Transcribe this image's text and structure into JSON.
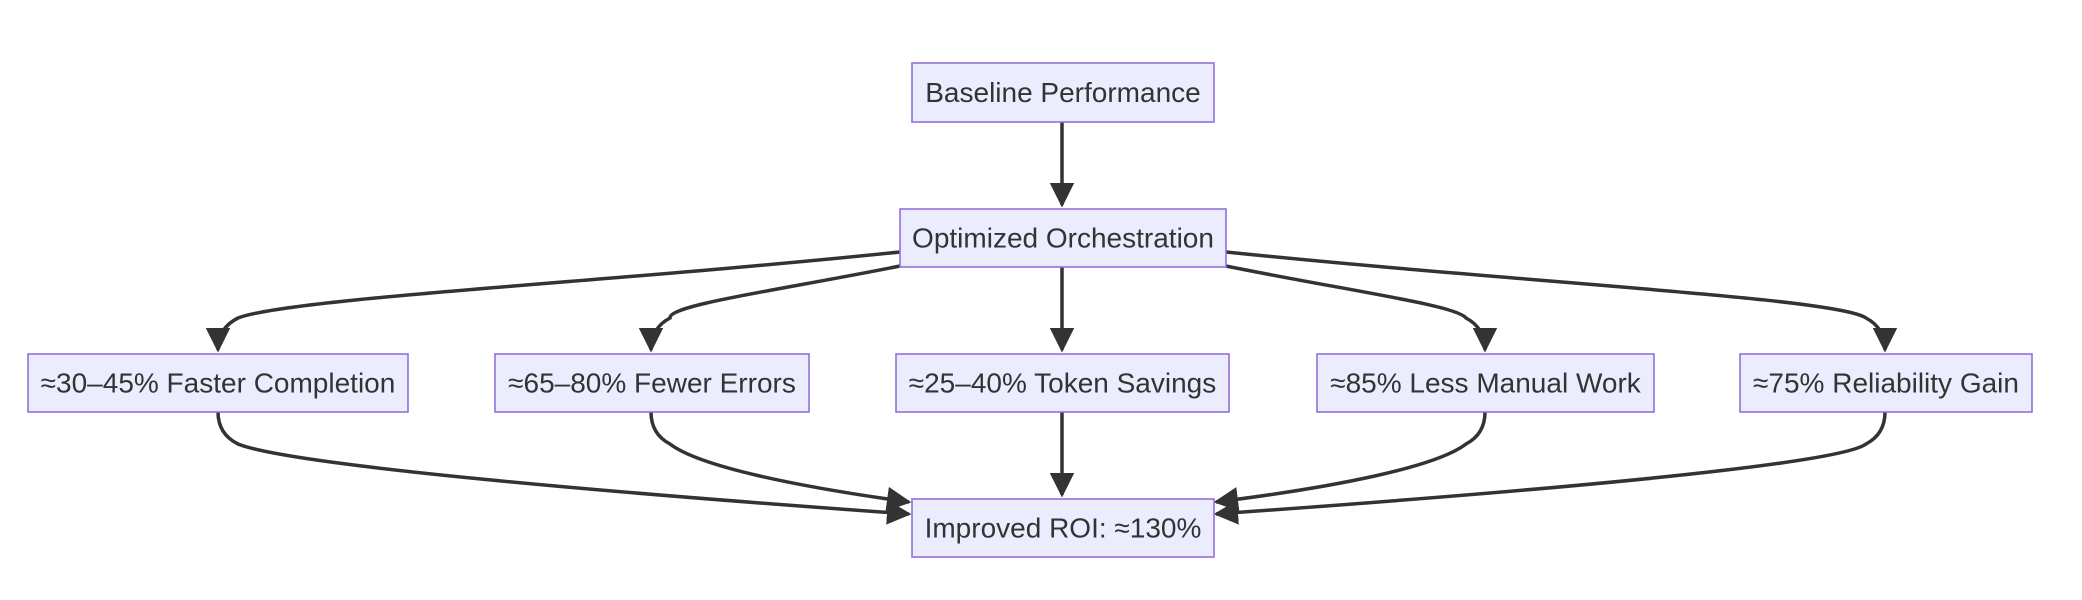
{
  "diagram": {
    "type": "flowchart",
    "nodes": {
      "baseline": {
        "label": "Baseline Performance"
      },
      "orchestration": {
        "label": "Optimized Orchestration"
      },
      "faster": {
        "label": "≈30–45% Faster Completion"
      },
      "errors": {
        "label": "≈65–80% Fewer Errors"
      },
      "tokens": {
        "label": "≈25–40% Token Savings"
      },
      "manual": {
        "label": "≈85% Less Manual Work"
      },
      "reliability": {
        "label": "≈75% Reliability Gain"
      },
      "roi": {
        "label": "Improved ROI: ≈130%"
      }
    },
    "edges": [
      {
        "from": "baseline",
        "to": "orchestration"
      },
      {
        "from": "orchestration",
        "to": "faster"
      },
      {
        "from": "orchestration",
        "to": "errors"
      },
      {
        "from": "orchestration",
        "to": "tokens"
      },
      {
        "from": "orchestration",
        "to": "manual"
      },
      {
        "from": "orchestration",
        "to": "reliability"
      },
      {
        "from": "faster",
        "to": "roi"
      },
      {
        "from": "errors",
        "to": "roi"
      },
      {
        "from": "tokens",
        "to": "roi"
      },
      {
        "from": "manual",
        "to": "roi"
      },
      {
        "from": "reliability",
        "to": "roi"
      }
    ],
    "colors": {
      "node_fill": "#ececff",
      "node_border": "#9370db",
      "text": "#333333",
      "edge": "#333333"
    }
  }
}
